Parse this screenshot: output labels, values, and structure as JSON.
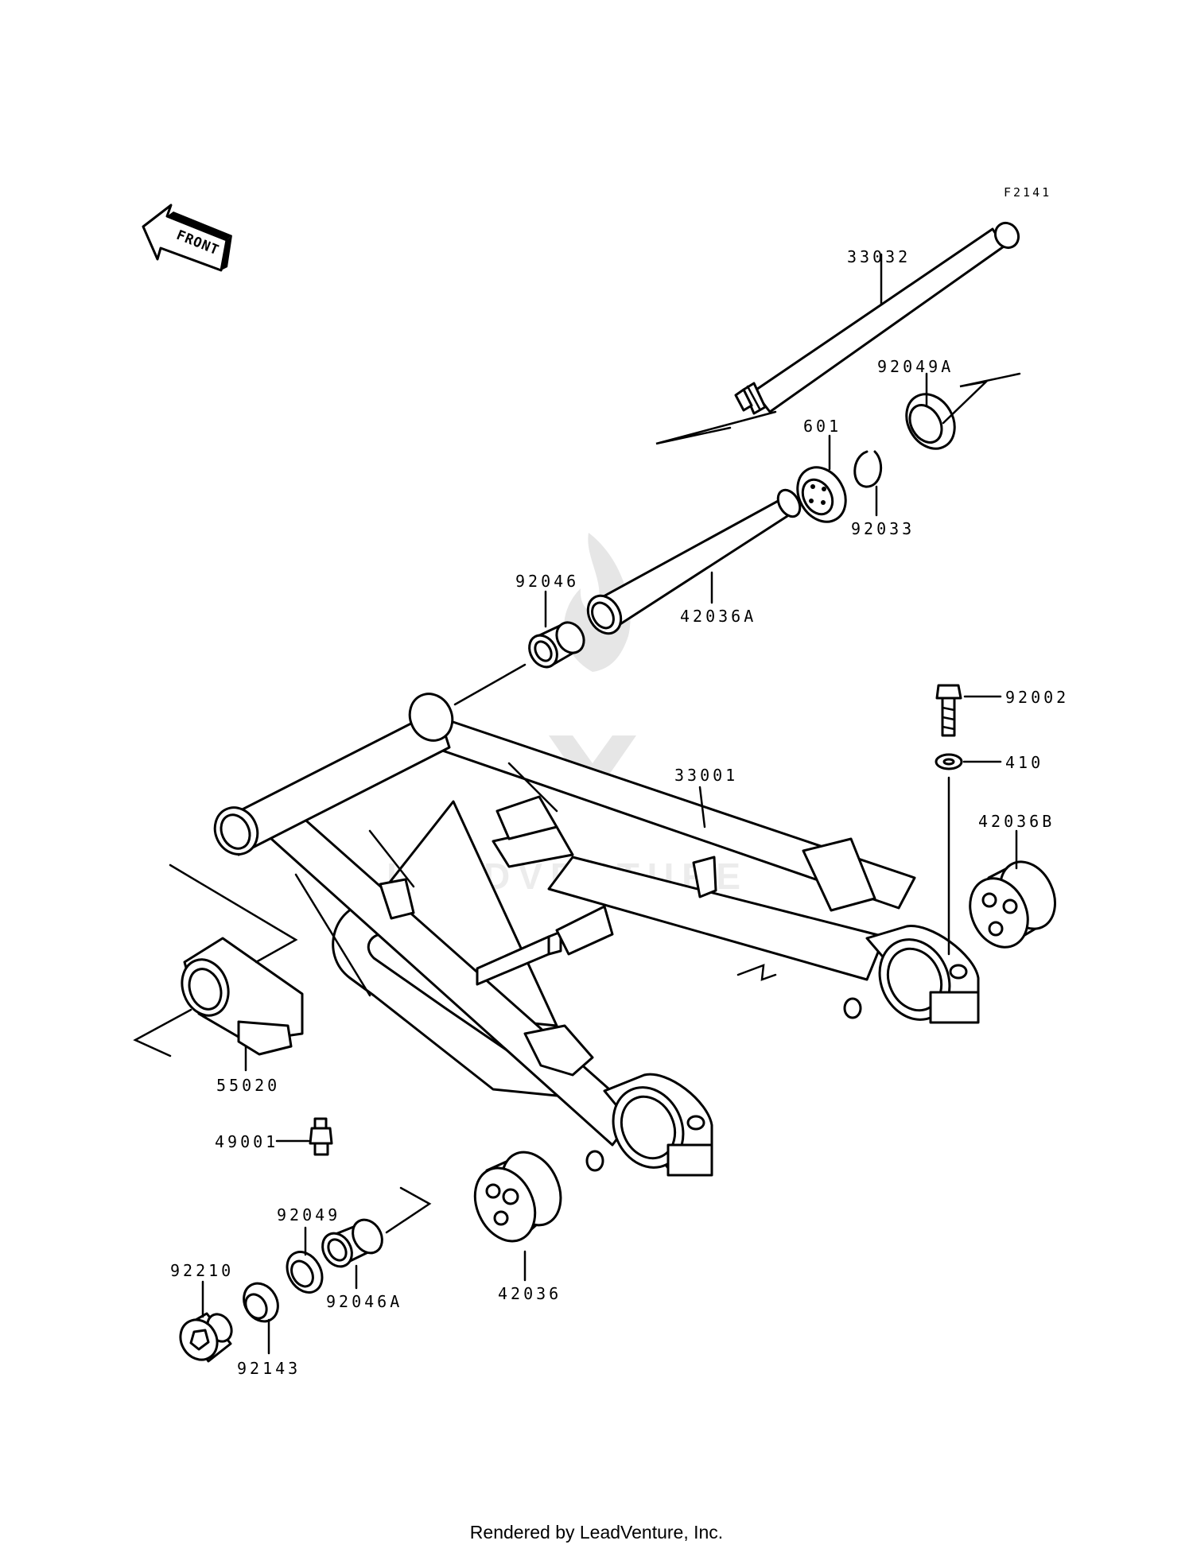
{
  "diagram_code": "F2141",
  "front_arrow_label": "FRONT",
  "watermark_text": "LEADVENTURE",
  "footer": "Rendered by LeadVenture, Inc.",
  "parts": {
    "p33032": "33032",
    "p92049A": "92049A",
    "p601": "601",
    "p92033": "92033",
    "p92046": "92046",
    "p42036A": "42036A",
    "p92002": "92002",
    "p410": "410",
    "p33001": "33001",
    "p42036B": "42036B",
    "p55020": "55020",
    "p49001": "49001",
    "p92049": "92049",
    "p92210": "92210",
    "p92046A": "92046A",
    "p42036": "42036",
    "p92143": "92143"
  }
}
